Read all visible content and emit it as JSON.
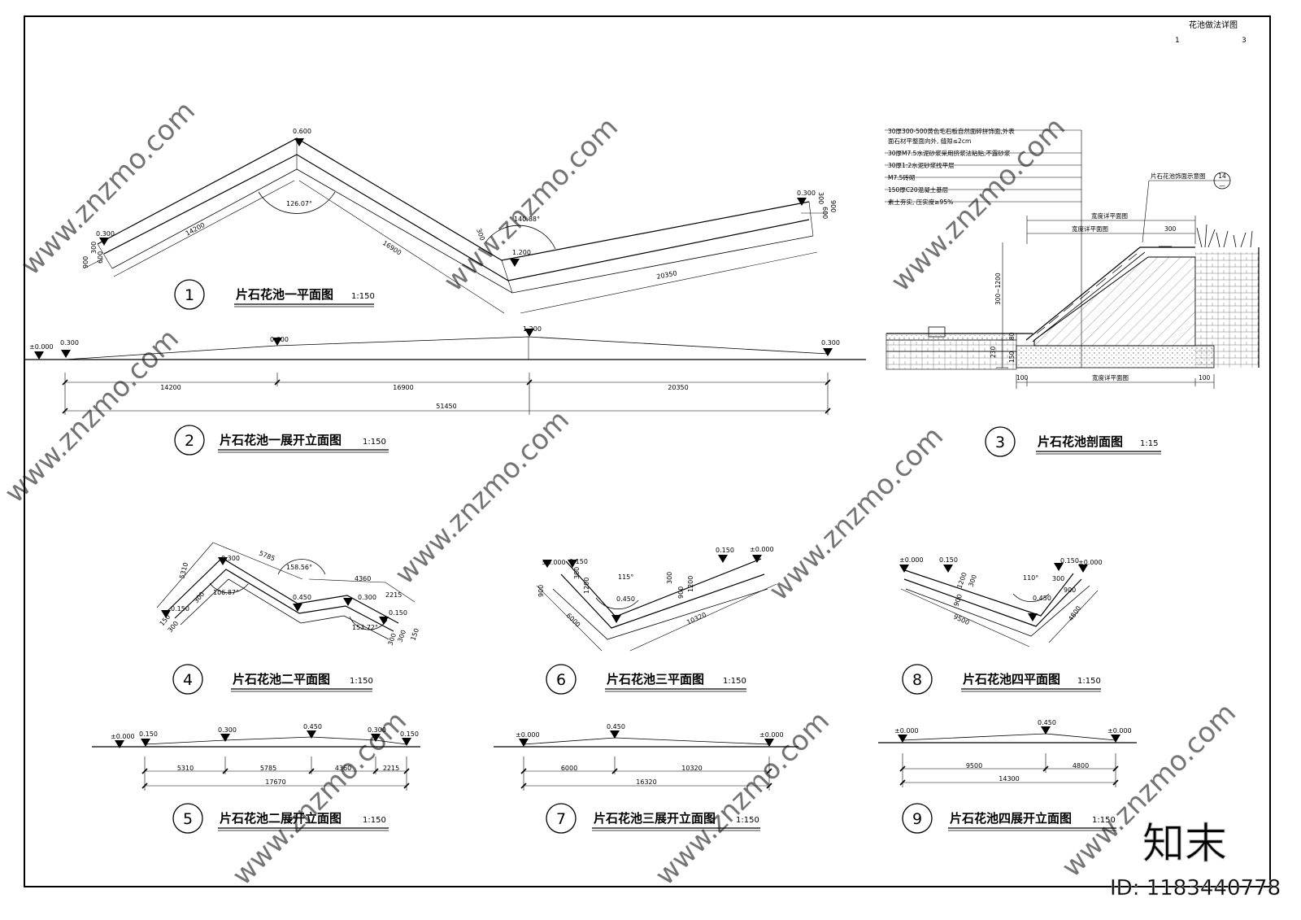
{
  "sheet": {
    "header_title": "花池做法详图",
    "header_left": "1",
    "header_right": "3",
    "watermark_logo": "知末",
    "watermark_id": "ID: 1183440778",
    "watermark_url": "www.znzmo.com"
  },
  "views": [
    {
      "number": "1",
      "title": "片石花池一平面图",
      "scale": "1:150"
    },
    {
      "number": "2",
      "title": "片石花池一展开立面图",
      "scale": "1:150"
    },
    {
      "number": "3",
      "title": "片石花池剖面图",
      "scale": "1:15"
    },
    {
      "number": "4",
      "title": "片石花池二平面图",
      "scale": "1:150"
    },
    {
      "number": "5",
      "title": "片石花池二展开立面图",
      "scale": "1:150"
    },
    {
      "number": "6",
      "title": "片石花池三平面图",
      "scale": "1:150"
    },
    {
      "number": "7",
      "title": "片石花池三展开立面图",
      "scale": "1:150"
    },
    {
      "number": "8",
      "title": "片石花池四平面图",
      "scale": "1:150"
    },
    {
      "number": "9",
      "title": "片石花池四展开立面图",
      "scale": "1:150"
    }
  ],
  "plan1": {
    "levels": [
      "0.300",
      "0.600",
      "1.200",
      "0.300"
    ],
    "angles": [
      "126.07°",
      "140.88°"
    ],
    "dims": [
      "14200",
      "16900",
      "20350",
      "300",
      "600",
      "900",
      "300",
      "600",
      "900",
      "300"
    ]
  },
  "elev1": {
    "levels": [
      "±0.000",
      "0.300",
      "0.600",
      "1.200",
      "0.300"
    ],
    "dims": [
      "14200",
      "16900",
      "20350"
    ],
    "total": "51450"
  },
  "section3": {
    "notes": [
      "30厚300-500黄色毛石板自然面碎拼饰面,外表",
      "面石材平整面向外, 缝隙≤2cm",
      "30厚M7.5水泥砂浆采用挤浆法粘贴,不露砂浆",
      "30厚1:2水泥砂浆找平层",
      "M7.5砖砌",
      "150厚C20混凝土基层",
      "素土夯实, 压实度≥95%"
    ],
    "callout_label": "片石花池饰面示意图",
    "callout_num": "14",
    "callout_sub": "—",
    "width_label_1": "宽度详平面图",
    "width_label_2": "宽度详平面图",
    "width_label_3": "宽度详平面图",
    "dim_300": "300",
    "dim_height": "300~1200",
    "dim_80": "80",
    "dim_150": "150",
    "dim_230": "230",
    "dim_100_l": "100",
    "dim_100_r": "100"
  },
  "plan4": {
    "levels": [
      "0.300",
      "0.450",
      "0.300",
      "0.150",
      "0.150"
    ],
    "angles": [
      "158.56°",
      "106.87°",
      "153.72°"
    ],
    "dims": [
      "5785",
      "5310",
      "4360",
      "2215",
      "300",
      "150",
      "300",
      "300",
      "300",
      "150"
    ]
  },
  "elev5": {
    "levels": [
      "±0.000",
      "0.150",
      "0.300",
      "0.450",
      "0.300",
      "0.150"
    ],
    "dims": [
      "5310",
      "5785",
      "4360",
      "2215"
    ],
    "total": "17670"
  },
  "plan6": {
    "levels": [
      "±0.000",
      "0.150",
      "0.150",
      "±0.000",
      "0.450"
    ],
    "angles": [
      "115°"
    ],
    "dims": [
      "6000",
      "10320",
      "900",
      "1200",
      "300",
      "300",
      "900",
      "1200"
    ]
  },
  "elev7": {
    "levels": [
      "±0.000",
      "0.450",
      "±0.000"
    ],
    "dims": [
      "6000",
      "10320"
    ],
    "total": "16320"
  },
  "plan8": {
    "levels": [
      "±0.000",
      "0.150",
      "0.150",
      "±0.000",
      "0.450"
    ],
    "angles": [
      "110°"
    ],
    "dims": [
      "9500",
      "4800",
      "1200",
      "900",
      "300",
      "300",
      "900"
    ]
  },
  "elev9": {
    "levels": [
      "±0.000",
      "0.450",
      "±0.000"
    ],
    "dims": [
      "9500",
      "4800"
    ],
    "total": "14300"
  }
}
